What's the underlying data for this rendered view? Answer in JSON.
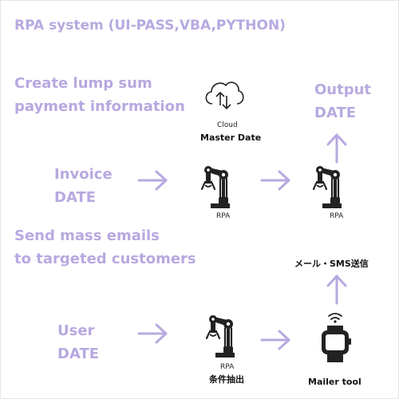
{
  "title": "RPA  system (UI-PASS,VBA,PYTHON)",
  "left_labels": {
    "create_line1": "Create lump sum",
    "create_line2": "payment information",
    "invoice_line1": "Invoice",
    "invoice_line2": "DATE",
    "send_line1": "Send mass emails",
    "send_line2": "to targeted customers",
    "user_line1": "User",
    "user_line2": "DATE"
  },
  "cloud": {
    "caption": "Cloud",
    "name": "Master Date"
  },
  "output": {
    "line1": "Output",
    "line2": "DATE"
  },
  "rpa_nodes": {
    "rpa1": "RPA",
    "rpa2": "RPA",
    "rpa3": "RPA",
    "rpa3_sub": "条件抽出"
  },
  "mail_sms": "メール・SMS送信",
  "mailer": "Mailer tool",
  "colors": {
    "accent": "#b7a9e0",
    "text_dark": "#111111"
  }
}
